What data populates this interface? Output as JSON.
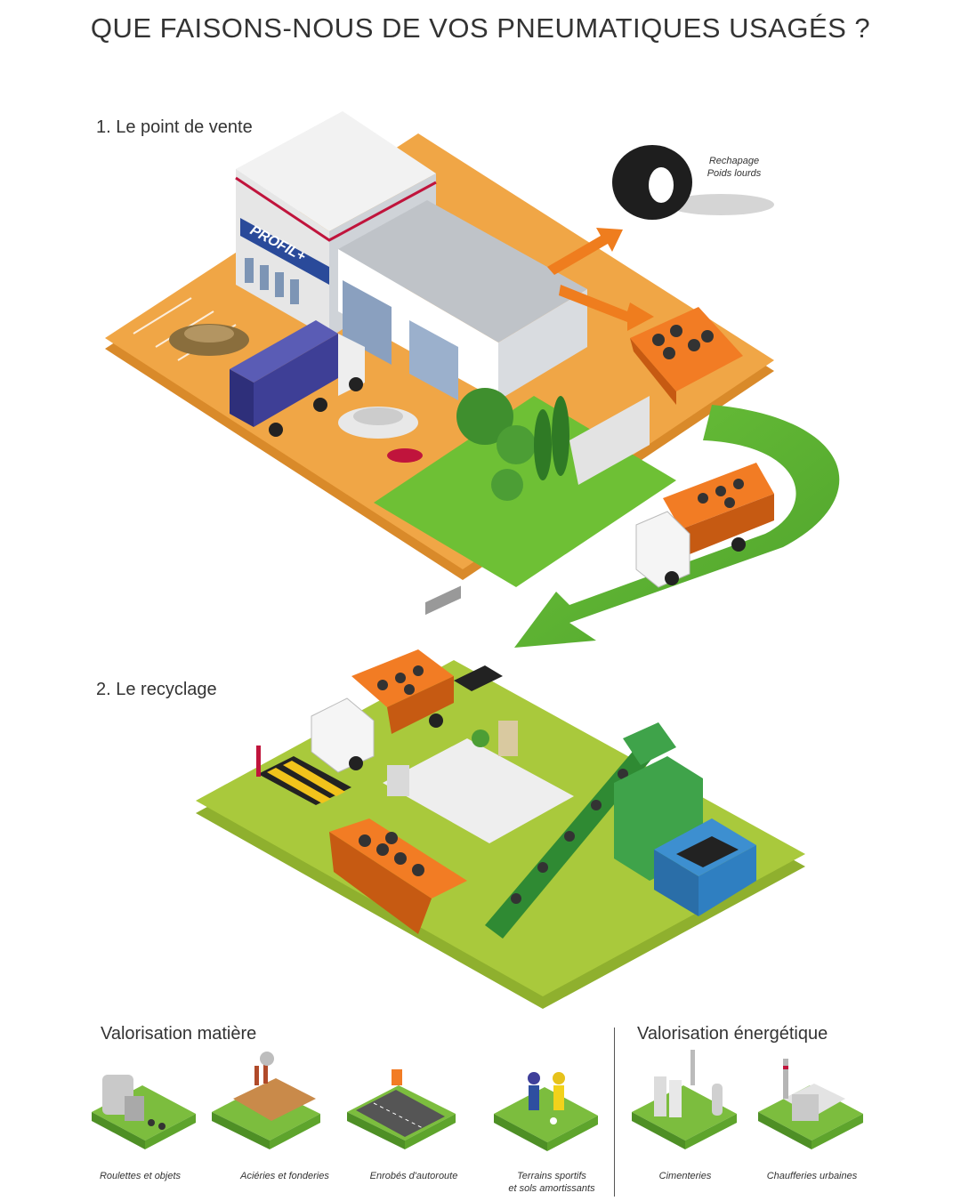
{
  "title": "QUE FAISONS-NOUS DE VOS PNEUMATIQUES USAGÉS ?",
  "steps": [
    {
      "label": "1. Le point de vente"
    },
    {
      "label": "2. Le recyclage"
    }
  ],
  "retread": {
    "line1": "Rechapage",
    "line2": "Poids lourds"
  },
  "shop_sign": "PROFIL+",
  "sections": {
    "material": {
      "title": "Valorisation matière",
      "items": [
        {
          "label": "Roulettes et objets"
        },
        {
          "label": "Aciéries et fonderies"
        },
        {
          "label": "Enrobés d'autoroute"
        },
        {
          "label_line1": "Terrains sportifs",
          "label_line2": "et sols amortissants"
        }
      ]
    },
    "energy": {
      "title": "Valorisation énergétique",
      "items": [
        {
          "label": "Cimenteries"
        },
        {
          "label": "Chaufferies urbaines"
        }
      ]
    }
  },
  "colors": {
    "orange_platform": "#f0a646",
    "green_platform": "#a9c93c",
    "arrow_green": "#5db133",
    "arrow_orange": "#ef7d1e",
    "truck_blue": "#3e3f96",
    "bin_orange": "#e8681e",
    "bin_blue": "#2f7fc1"
  }
}
